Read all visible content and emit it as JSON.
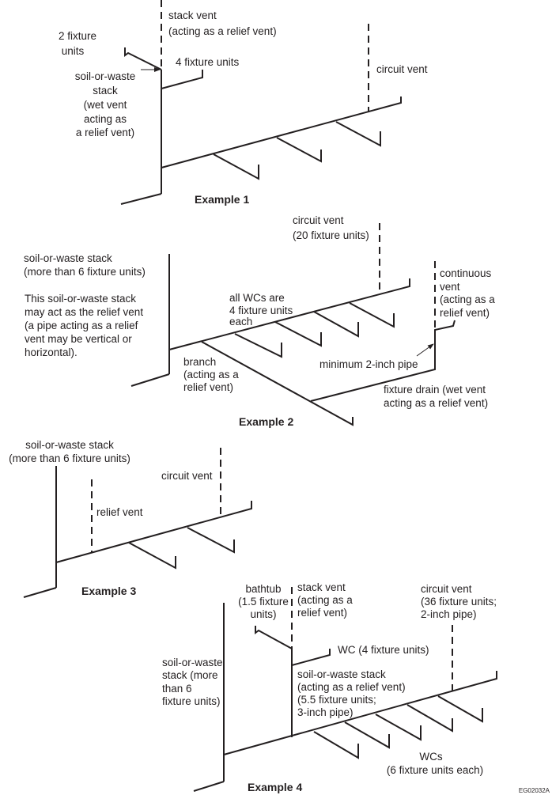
{
  "diagram": {
    "code": "EG02032A",
    "colors": {
      "ink": "#231f20",
      "background": "#ffffff"
    },
    "examples": [
      {
        "title": "Example 1",
        "labels": {
          "stack_vent": [
            "stack vent",
            "(acting as a relief vent)"
          ],
          "two_fixture": [
            "2 fixture",
            "units"
          ],
          "four_fixture": [
            "4 fixture units"
          ],
          "stack": [
            "soil-or-waste",
            "stack",
            "(wet vent",
            "acting as",
            "a relief vent)"
          ],
          "circuit_vent": [
            "circuit vent"
          ]
        }
      },
      {
        "title": "Example 2",
        "labels": {
          "circuit_vent": [
            "circuit vent",
            "(20 fixture units)"
          ],
          "stack": [
            "soil-or-waste stack",
            "(more than 6 fixture units)"
          ],
          "note": [
            "This soil-or-waste stack",
            "may act as the relief vent",
            "(a pipe acting as a relief",
            "vent may be vertical or",
            "horizontal)."
          ],
          "wcs": [
            "all WCs are",
            "4 fixture units",
            "each"
          ],
          "continuous_vent": [
            "continuous",
            "vent",
            "(acting as a",
            "relief vent)"
          ],
          "branch": [
            "branch",
            "(acting as a",
            "relief vent)"
          ],
          "min_pipe": [
            "minimum 2-inch pipe"
          ],
          "fixture_drain": [
            "fixture drain (wet vent",
            "acting as a relief vent)"
          ]
        }
      },
      {
        "title": "Example 3",
        "labels": {
          "stack": [
            "soil-or-waste stack",
            "(more than 6 fixture units)"
          ],
          "circuit_vent": [
            "circuit vent"
          ],
          "relief_vent": [
            "relief vent"
          ]
        }
      },
      {
        "title": "Example 4",
        "labels": {
          "bathtub": [
            "bathtub",
            "(1.5 fixture",
            "units)"
          ],
          "stack_vent": [
            "stack vent",
            "(acting as a",
            "relief vent)"
          ],
          "circuit_vent": [
            "circuit vent",
            "(36 fixture units;",
            "2-inch pipe)"
          ],
          "wc": [
            "WC (4 fixture units)"
          ],
          "inner_stack": [
            "soil-or-waste stack",
            "(acting as a relief vent)",
            "(5.5 fixture units;",
            "3-inch pipe)"
          ],
          "stack": [
            "soil-or-waste",
            "stack (more",
            "than 6",
            "fixture units)"
          ],
          "wcs": [
            "WCs",
            "(6 fixture units each)"
          ]
        }
      }
    ]
  }
}
